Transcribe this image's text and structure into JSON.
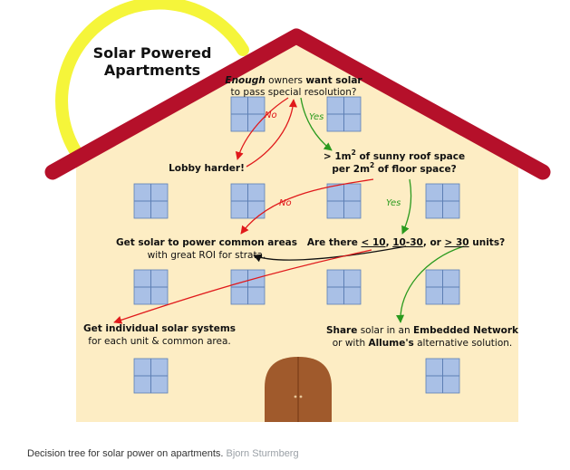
{
  "colors": {
    "wall": "#fdedc4",
    "roof": "#b5102a",
    "sun": "#f5f53a",
    "window": "#a9c0e6",
    "window_frame": "#5d7fb4",
    "door": "#a05a2c",
    "no_arrow": "#e0191b",
    "yes_arrow": "#2a9a1e",
    "neutral_arrow": "#111111"
  },
  "title": {
    "line1": "Solar Powered",
    "line2": "Apartments"
  },
  "q1": {
    "line1_em": "Enough",
    "line1_mid": " owners ",
    "line1_bold": "want solar",
    "line2": "to pass special resolution?"
  },
  "labels": {
    "no1": "No",
    "yes1": "Yes",
    "no2": "No",
    "yes2": "Yes"
  },
  "lobby": "Lobby harder!",
  "q2": {
    "line1_a": "> 1m",
    "sup1": "2",
    "line1_b": " of sunny roof space",
    "line2_a": "per 2m",
    "sup2": "2",
    "line2_b": " of floor space?"
  },
  "common": {
    "title": "Get solar to power common areas",
    "sub": "with great ROI for strata."
  },
  "q3": {
    "a": "Are there ",
    "b": "< 10",
    "c": ", ",
    "d": "10-30",
    "e": ", or ",
    "f": "> 30",
    "g": " units?"
  },
  "individual": {
    "title": "Get individual solar systems",
    "sub": "for each unit & common area."
  },
  "share": {
    "a": "Share",
    "b": " solar in an ",
    "c": "Embedded Network",
    "d": "or with ",
    "e": "Allume's",
    "f": " alternative solution."
  },
  "caption": {
    "text": "Decision tree for solar power on apartments.",
    "credit": "Bjorn Sturmberg"
  }
}
